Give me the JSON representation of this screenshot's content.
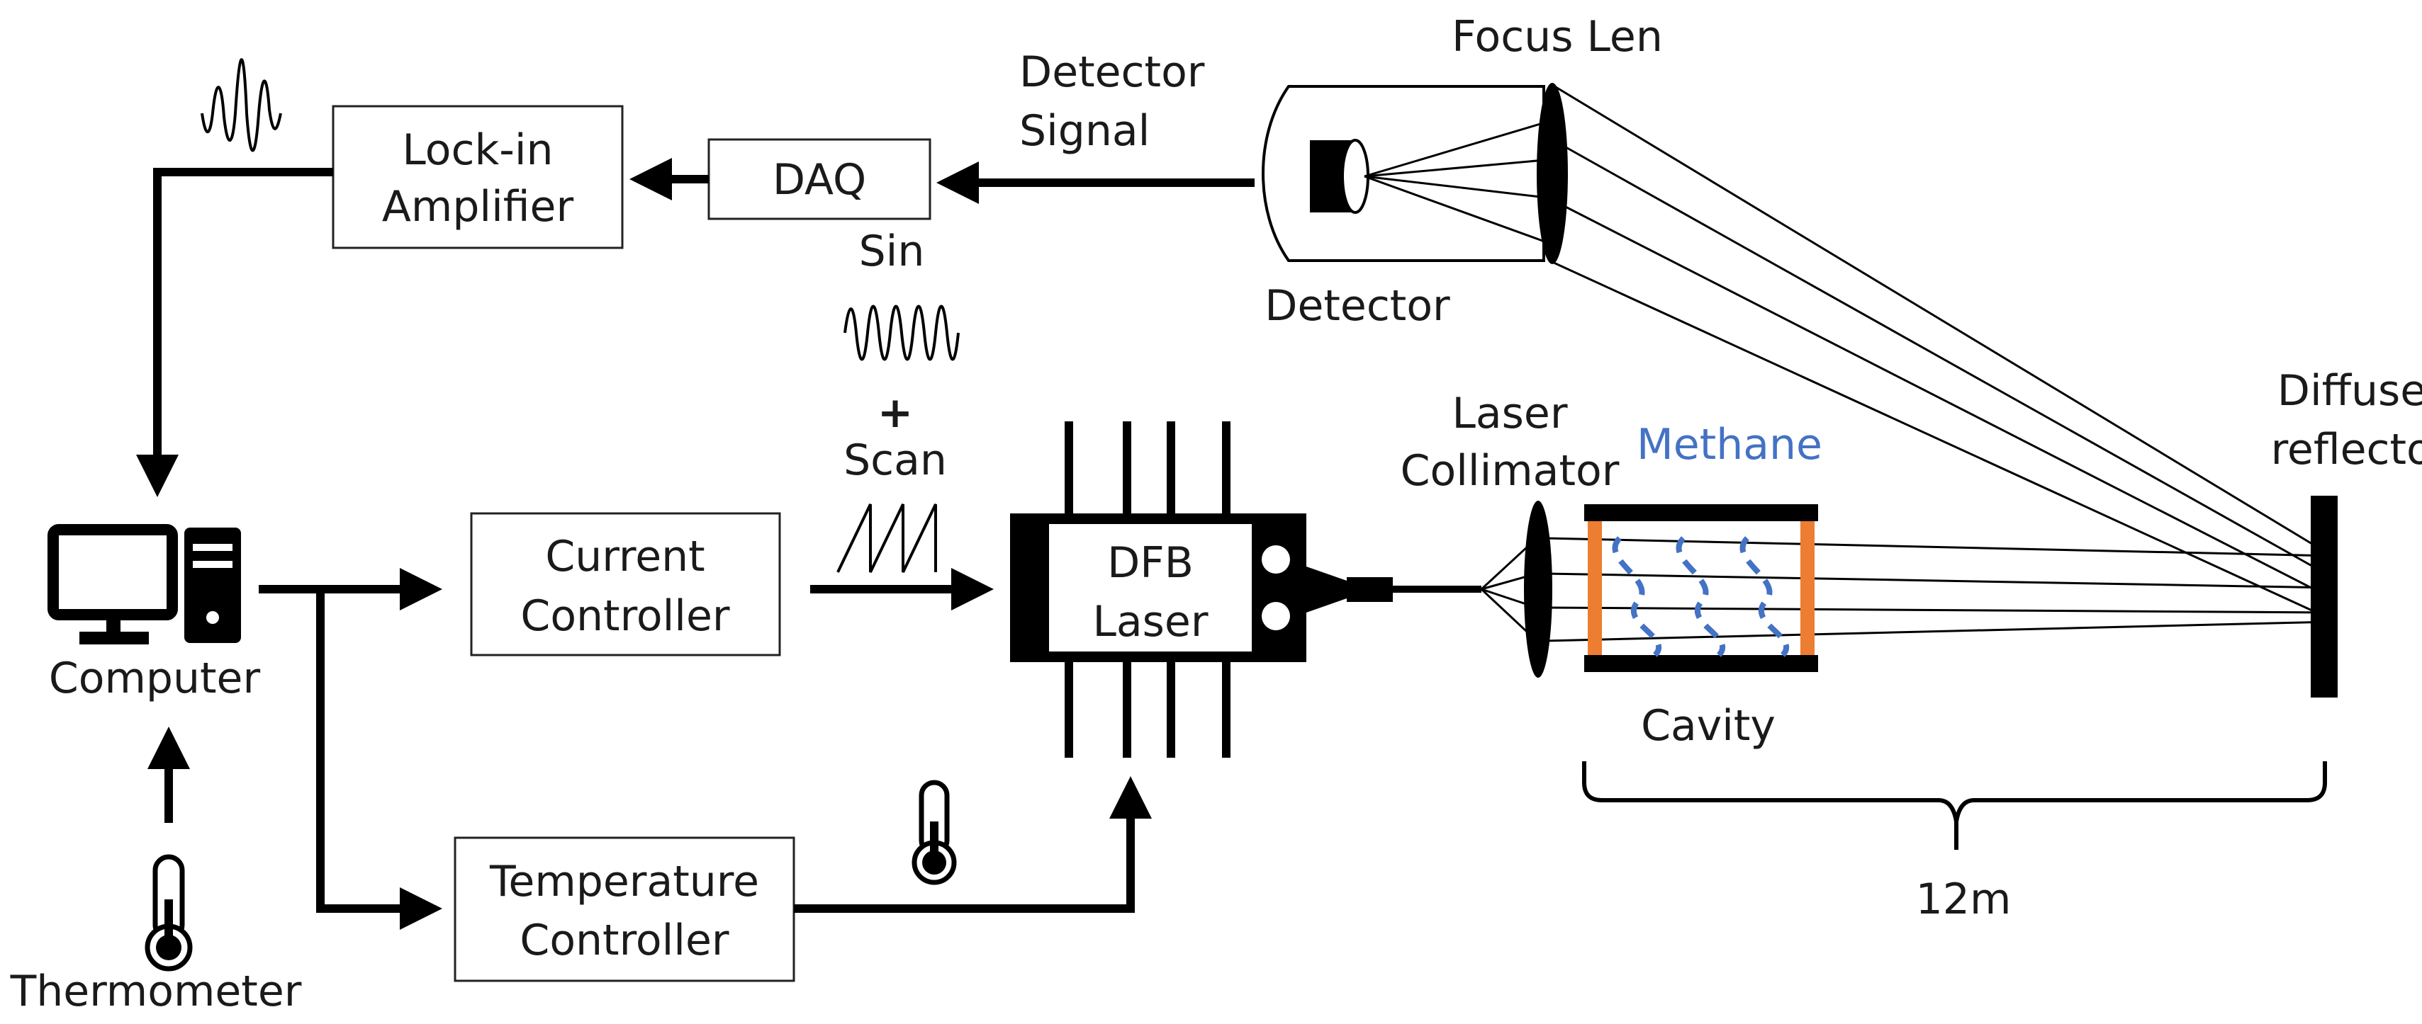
{
  "labels": {
    "focus_len": "Focus Len",
    "detector_signal_1": "Detector",
    "detector_signal_2": "Signal",
    "lockin_1": "Lock-in",
    "lockin_2": "Amplifier",
    "daq": "DAQ",
    "sin": "Sin",
    "plus": "+",
    "scan": "Scan",
    "detector": "Detector",
    "diffuse_1": "Diffuse",
    "diffuse_2": "reflector",
    "laser_collimator_1": "Laser",
    "laser_collimator_2": "Collimator",
    "methane": "Methane",
    "computer": "Computer",
    "current_1": "Current",
    "current_2": "Controller",
    "dfb_1": "DFB",
    "dfb_2": "Laser",
    "cavity": "Cavity",
    "temperature_1": "Temperature",
    "temperature_2": "Controller",
    "distance": "12m",
    "thermometer": "Thermometer"
  },
  "icons": [
    "modulated-signal-icon",
    "sine-wave-icon",
    "sawtooth-wave-icon",
    "computer-icon",
    "thermometer-icon",
    "detector-icon",
    "lens-icon"
  ],
  "colors": {
    "methane": "#4472c4",
    "cavity_window": "#ed7d31",
    "line": "#000000"
  }
}
